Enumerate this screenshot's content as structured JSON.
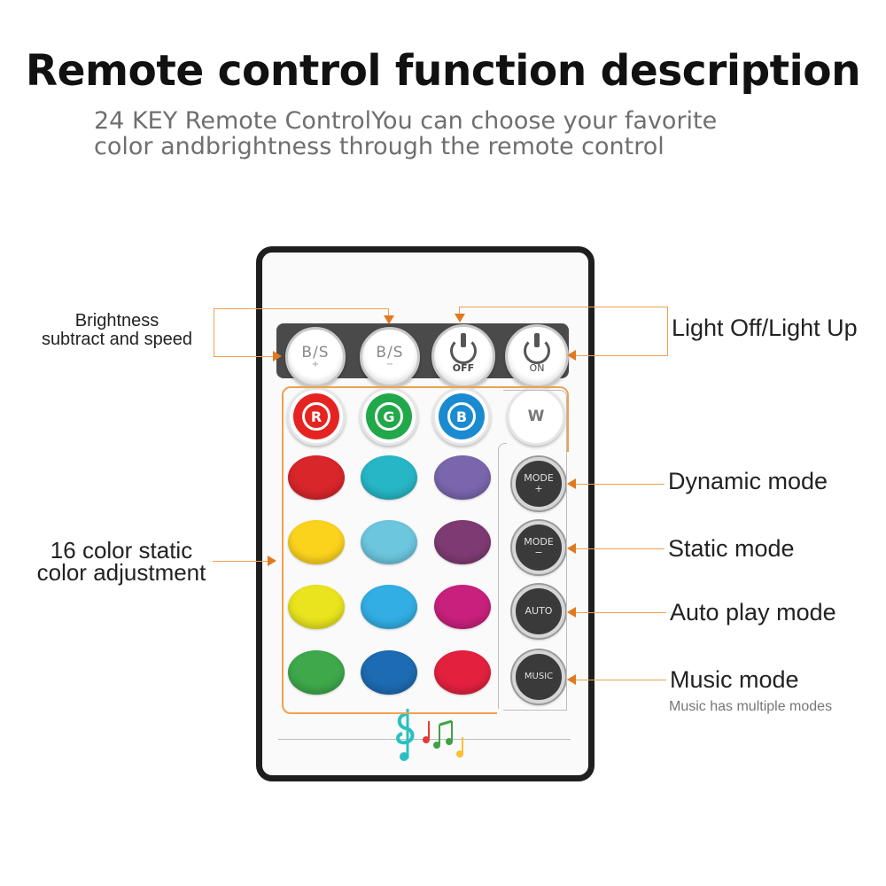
{
  "header": {
    "title": "Remote control function description",
    "subtitle_line1": "24 KEY Remote ControlYou can choose your favorite",
    "subtitle_line2": "color andbrightness through the remote control"
  },
  "remote": {
    "top_row": [
      {
        "main": "B/S",
        "sub": "+"
      },
      {
        "main": "B/S",
        "sub": "−"
      },
      {
        "text": "OFF",
        "icon": "power-icon"
      },
      {
        "text": "ON",
        "icon": "power-icon"
      }
    ],
    "rgbw": [
      {
        "letter": "R",
        "color": "#e52421"
      },
      {
        "letter": "G",
        "color": "#20a84a"
      },
      {
        "letter": "B",
        "color": "#1a8bd0"
      },
      {
        "letter": "W",
        "color": "#ffffff"
      }
    ],
    "swatches": [
      [
        "#d8262b",
        "#27b6c6",
        "#7a66ad"
      ],
      [
        "#fcd31c",
        "#6cc6dd",
        "#7e3b73"
      ],
      [
        "#e9e41d",
        "#32aee4",
        "#c8207d"
      ],
      [
        "#3ea84a",
        "#1d6bb2",
        "#e3213f"
      ]
    ],
    "modes": [
      {
        "line1": "MODE",
        "line2": "+"
      },
      {
        "line1": "MODE",
        "line2": "−"
      },
      {
        "line1": "AUTO",
        "line2": ""
      },
      {
        "line1": "MUSIC",
        "line2": ""
      }
    ],
    "music_icon": "music-notes-icon"
  },
  "annotations": {
    "brightness_line1": "Brightness",
    "brightness_line2": "subtract and speed",
    "light": "Light Off/Light Up",
    "static16_line1": "16 color static",
    "static16_line2": "color adjustment",
    "dynamic": "Dynamic mode",
    "static": "Static mode",
    "auto": "Auto play mode",
    "music": "Music mode",
    "music_note": "Music has multiple modes"
  },
  "colors": {
    "accent_orange": "#f0a050",
    "arrow_orange": "#e07a1f"
  }
}
